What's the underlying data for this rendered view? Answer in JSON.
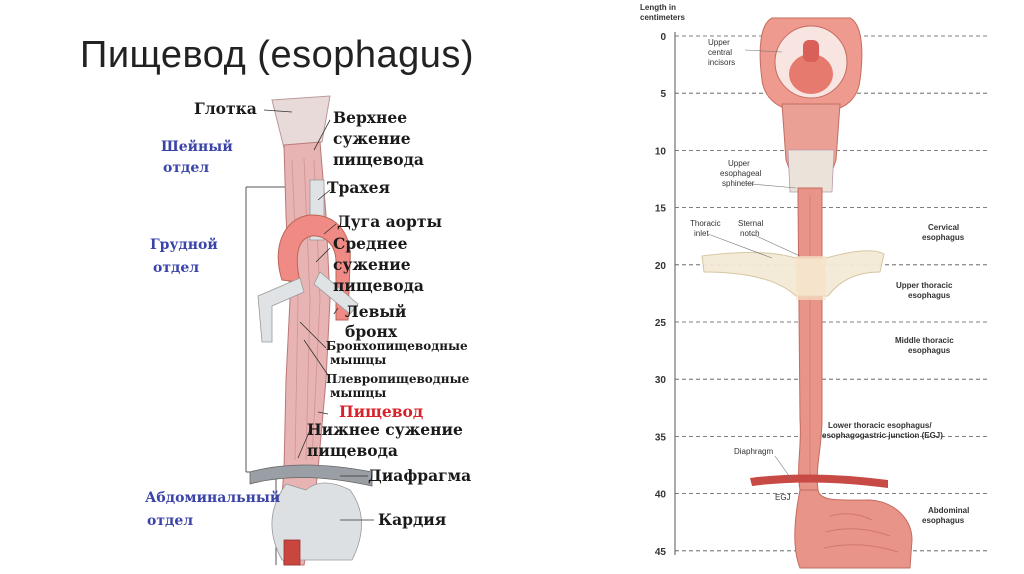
{
  "title": "Пищевод (esophagus)",
  "left_figure": {
    "labels": {
      "pharynx": "Глотка",
      "upper_constriction_1": "Верхнее",
      "upper_constriction_2": "сужение",
      "upper_constriction_3": "пищевода",
      "trachea": "Трахея",
      "aortic_arch": "Дуга аорты",
      "middle_constriction_1": "Среднее",
      "middle_constriction_2": "сужение",
      "middle_constriction_3": "пищевода",
      "left_bronchus_1": "Левый",
      "left_bronchus_2": "бронх",
      "bronchoesophageal_1": "Бронхопищеводные",
      "bronchoesophageal_2": "мышцы",
      "pleuroesophageal_1": "Плевропищеводные",
      "pleuroesophageal_2": "мышцы",
      "esophagus": "Пищевод",
      "lower_constriction_1": "Нижнее сужение",
      "lower_constriction_2": "пищевода",
      "diaphragm": "Диафрагма",
      "cardia": "Кардия"
    },
    "sections": {
      "cervical_1": "Шейный",
      "cervical_2": "отдел",
      "thoracic_1": "Грудной",
      "thoracic_2": "отдел",
      "abdominal_1": "Абдоминальный",
      "abdominal_2": "отдел"
    }
  },
  "right_figure": {
    "axis_title_1": "Length in",
    "axis_title_2": "centimeters",
    "ticks": [
      "0",
      "5",
      "10",
      "15",
      "20",
      "25",
      "30",
      "35",
      "40",
      "45"
    ],
    "labels": {
      "upper_incisors_1": "Upper",
      "upper_incisors_2": "central",
      "upper_incisors_3": "incisors",
      "ues_1": "Upper",
      "ues_2": "esophageal",
      "ues_3": "sphincter",
      "thoracic_inlet_1": "Thoracic",
      "thoracic_inlet_2": "inlet",
      "sternal_notch_1": "Sternal",
      "sternal_notch_2": "notch",
      "diaphragm": "Diaphragm",
      "egj": "EGJ"
    },
    "regions": {
      "cervical_1": "Cervical",
      "cervical_2": "esophagus",
      "upper_thoracic_1": "Upper thoracic",
      "upper_thoracic_2": "esophagus",
      "middle_thoracic_1": "Middle thoracic",
      "middle_thoracic_2": "esophagus",
      "lower_thoracic_1": "Lower thoracic esophagus/",
      "lower_thoracic_2": "esophagogastric junction (EGJ)",
      "abdominal_1": "Abdominal",
      "abdominal_2": "esophagus"
    }
  }
}
